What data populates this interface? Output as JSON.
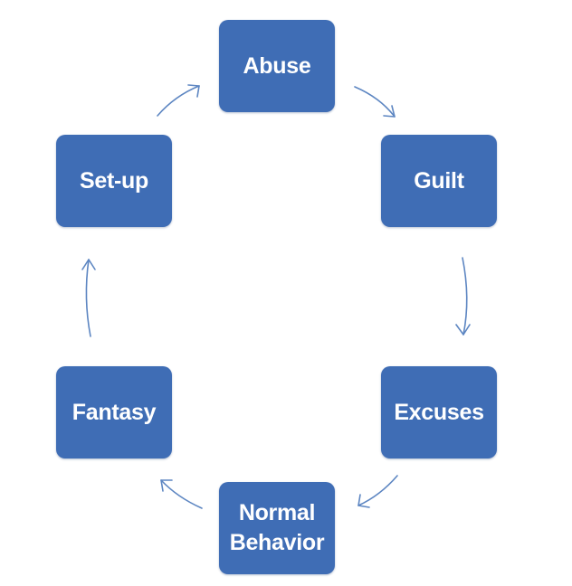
{
  "diagram": {
    "nodes": {
      "abuse": "Abuse",
      "guilt": "Guilt",
      "excuses": "Excuses",
      "normal_behavior": "Normal\nBehavior",
      "fantasy": "Fantasy",
      "setup": "Set-up"
    },
    "colors": {
      "node_fill": "#3f6db5",
      "node_text": "#ffffff",
      "arrow": "#5d86c2"
    },
    "arrow_style": "curved"
  }
}
